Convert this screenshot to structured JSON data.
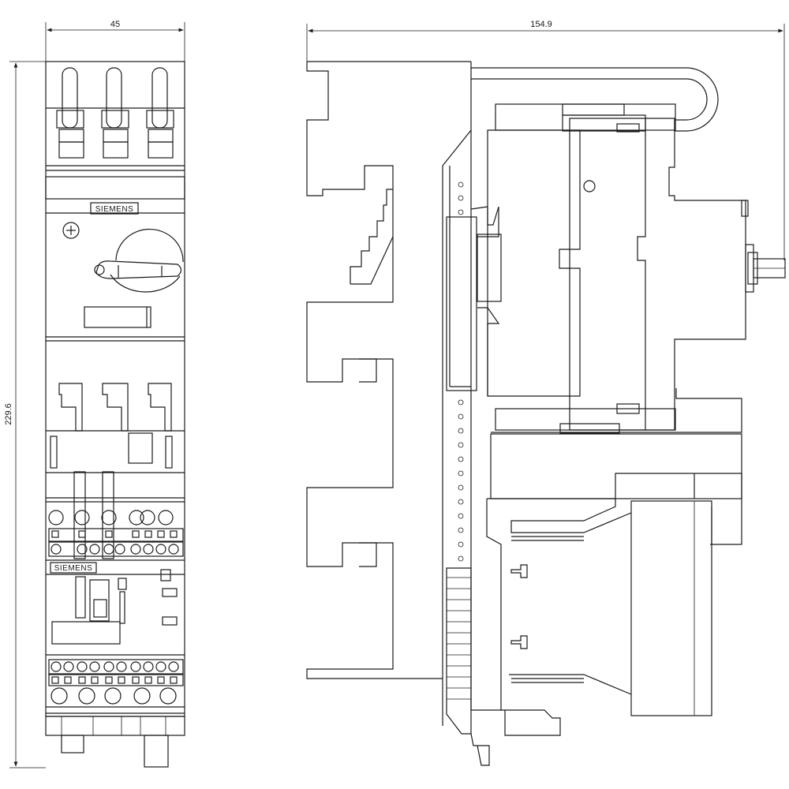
{
  "dimensions": {
    "front_width": "45",
    "side_depth": "154.9",
    "height": "229.6"
  },
  "front_view": {
    "upper_brand": "SIEMENS",
    "lower_brand": "SIEMENS"
  },
  "icons": {
    "reset_screw": "screw-cross-icon",
    "rotary_handle": "rotary-handle-icon"
  },
  "colors": {
    "line": "#1a1a1a",
    "background": "#ffffff"
  }
}
